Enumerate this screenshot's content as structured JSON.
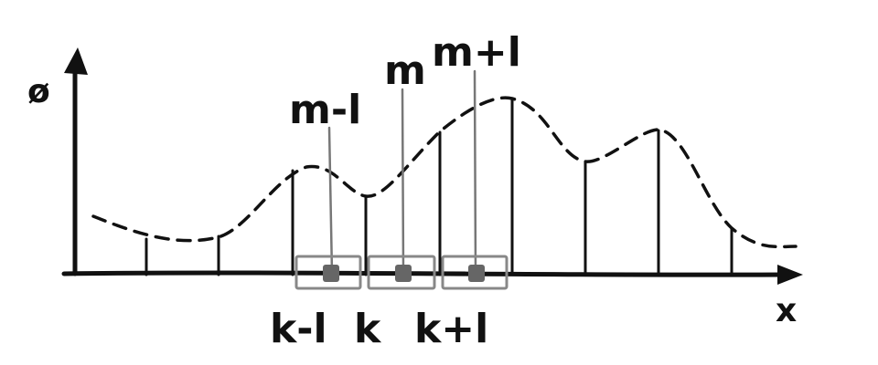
{
  "axes": {
    "y_label": "ø",
    "x_label": "x"
  },
  "top_labels": {
    "m_minus_1": "m-l",
    "m": "m",
    "m_plus_1": "m+l"
  },
  "bottom_labels": {
    "k_minus_1": "k-l",
    "k": "k",
    "k_plus_1": "k+l"
  },
  "colors": {
    "ink": "#111111",
    "gray_line": "#777777",
    "box": "#888888",
    "marker": "#666666"
  }
}
